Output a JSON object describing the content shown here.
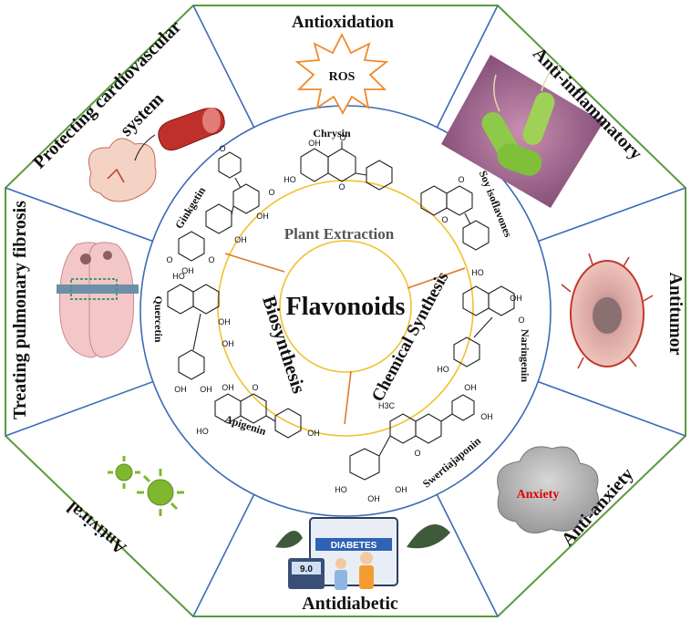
{
  "center": {
    "title": "Flavonoids"
  },
  "methods": {
    "plant_extraction": "Plant Extraction",
    "biosynthesis": "Biosynthesis",
    "chemical_synthesis": "Chemical Synthesis"
  },
  "compounds": {
    "chrysin": "Chrysin",
    "soy_isoflavones": "Soy isoflavones",
    "naringenin": "Naringenin",
    "swertiajaponin": "Swertiajaponin",
    "apigenin": "Apigenin",
    "quercetin": "Quercetin",
    "ginkgetin": "Ginkgetin"
  },
  "atoms": {
    "oh": "OH",
    "ho": "HO",
    "o": "O",
    "och3": "H3C",
    "methoxy": "O"
  },
  "effects": {
    "antioxidation": "Antioxidation",
    "ros": "ROS",
    "anti_inflammatory": "Anti-inflammatory",
    "antitumor": "Antitumor",
    "anti_anxiety": "Anti-anxiety",
    "anxiety": "Anxiety",
    "antidiabetic": "Antidiabetic",
    "diabetes": "DIABETES",
    "glucose_reading": "9.0",
    "antiviral": "Antiviral",
    "pulmonary": "Treating pulmonary fibrosis",
    "cardio_line1": "Protecting cardiovascular",
    "cardio_line2": "system"
  },
  "colors": {
    "octagon_border": "#5a9a3a",
    "divider": "#3b6bb5",
    "outer_ring": "#3b6bb5",
    "inner_ring": "#f2c12e",
    "spoke": "#e07a2a",
    "ros_star": "#f0892a",
    "anxiety_text": "#e00000"
  }
}
